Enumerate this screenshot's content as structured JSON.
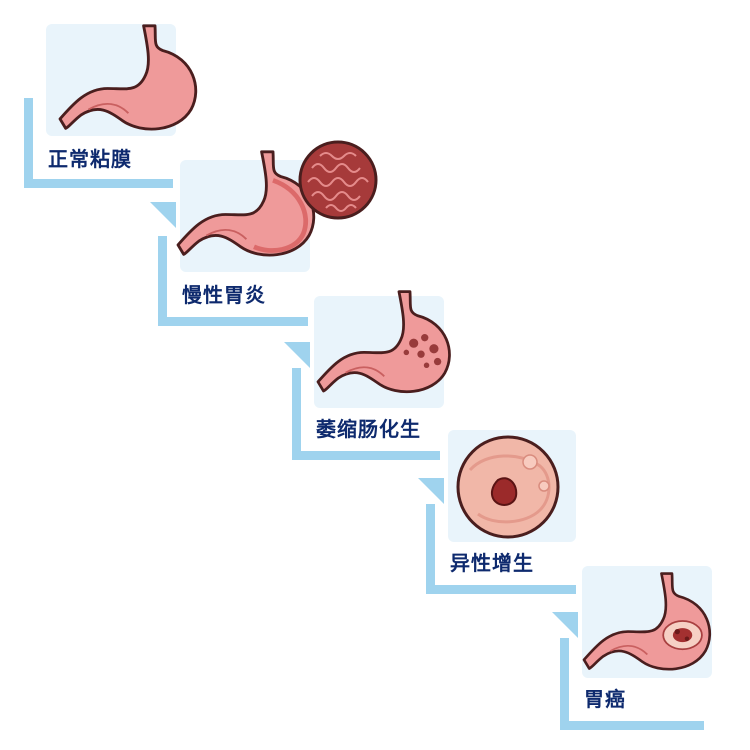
{
  "colors": {
    "step_bar": "#9fd3ee",
    "panel_bg": "#e9f4fb",
    "stomach_fill": "#e88c8c",
    "stomach_dark": "#d45e5e",
    "stomach_outline": "#4a1e1e",
    "lesion": "#9b2a2a",
    "label_text": "#0e2a6e"
  },
  "stages": [
    {
      "id": "normal",
      "label": "正常粘膜",
      "icon": "normal-stomach-icon"
    },
    {
      "id": "chronic-gastritis",
      "label": "慢性胃炎",
      "icon": "inflamed-stomach-icon"
    },
    {
      "id": "intestinal-metaplasia",
      "label": "萎缩肠化生",
      "icon": "metaplasia-stomach-icon"
    },
    {
      "id": "dysplasia",
      "label": "异性增生",
      "icon": "mucosa-closeup-icon"
    },
    {
      "id": "gastric-cancer",
      "label": "胃癌",
      "icon": "cancer-stomach-icon"
    }
  ]
}
